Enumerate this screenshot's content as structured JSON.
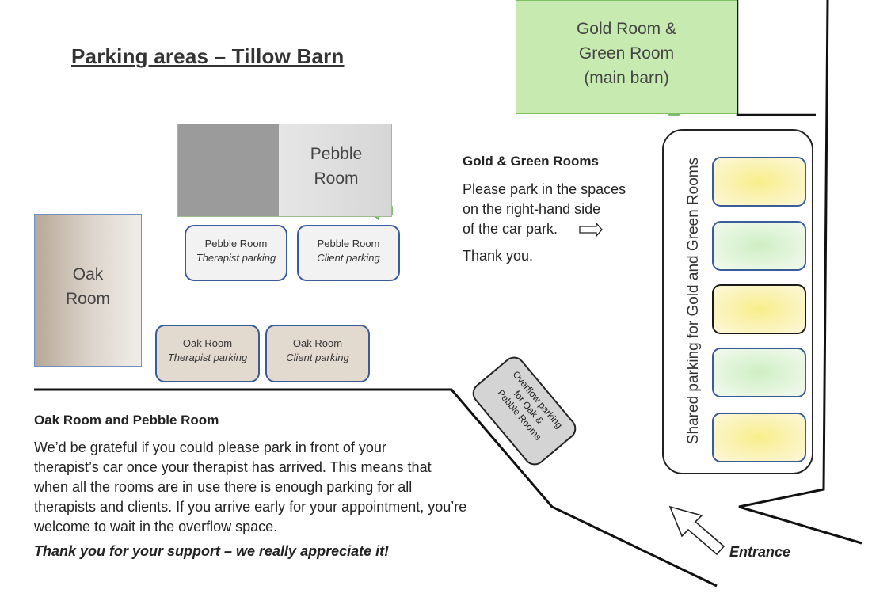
{
  "title": "Parking areas – Tillow Barn",
  "buildings": {
    "gold_green": [
      "Gold Room &",
      "Green Room",
      "(main barn)"
    ],
    "pebble": [
      "Pebble",
      "Room"
    ],
    "oak": [
      "Oak",
      "Room"
    ]
  },
  "spaces": {
    "pebble_therapist": {
      "room": "Pebble Room",
      "type": "Therapist parking"
    },
    "pebble_client": {
      "room": "Pebble Room",
      "type": "Client parking"
    },
    "oak_therapist": {
      "room": "Oak Room",
      "type": "Therapist parking"
    },
    "oak_client": {
      "room": "Oak Room",
      "type": "Client parking"
    }
  },
  "gold_green_info": {
    "heading": "Gold & Green Rooms",
    "lines": [
      "Please park in the spaces",
      "on the right-hand side",
      "of the car park."
    ],
    "thanks": "Thank you."
  },
  "shared_parking_label": "Shared parking for Gold and Green Rooms",
  "overflow_label": [
    "Overflow parking",
    "for Oak &",
    "Pebble Rooms"
  ],
  "oak_pebble_info": {
    "heading": "Oak Room and Pebble Room",
    "lines": [
      "We’d be grateful if you could please park in front of your",
      "therapist’s car once your therapist has arrived. This means that",
      "when all the rooms are in use there is enough parking for all",
      "therapists and clients. If you arrive early for your appointment, you’re",
      "welcome to wait in the overflow space."
    ],
    "closing": "Thank you for your support – we really appreciate it!"
  },
  "entrance_label": "Entrance",
  "colors": {
    "gold_green_building": "#c6eab0",
    "bay_yellow": "#f8ee8a",
    "bay_green": "#cfeec4",
    "bay_border": "#3b5b9a",
    "oak_space": "#e2d9cf",
    "pebble_space": "#f2f2f2"
  },
  "shared_bays": [
    "yellow",
    "green",
    "yellow",
    "green",
    "yellow"
  ]
}
